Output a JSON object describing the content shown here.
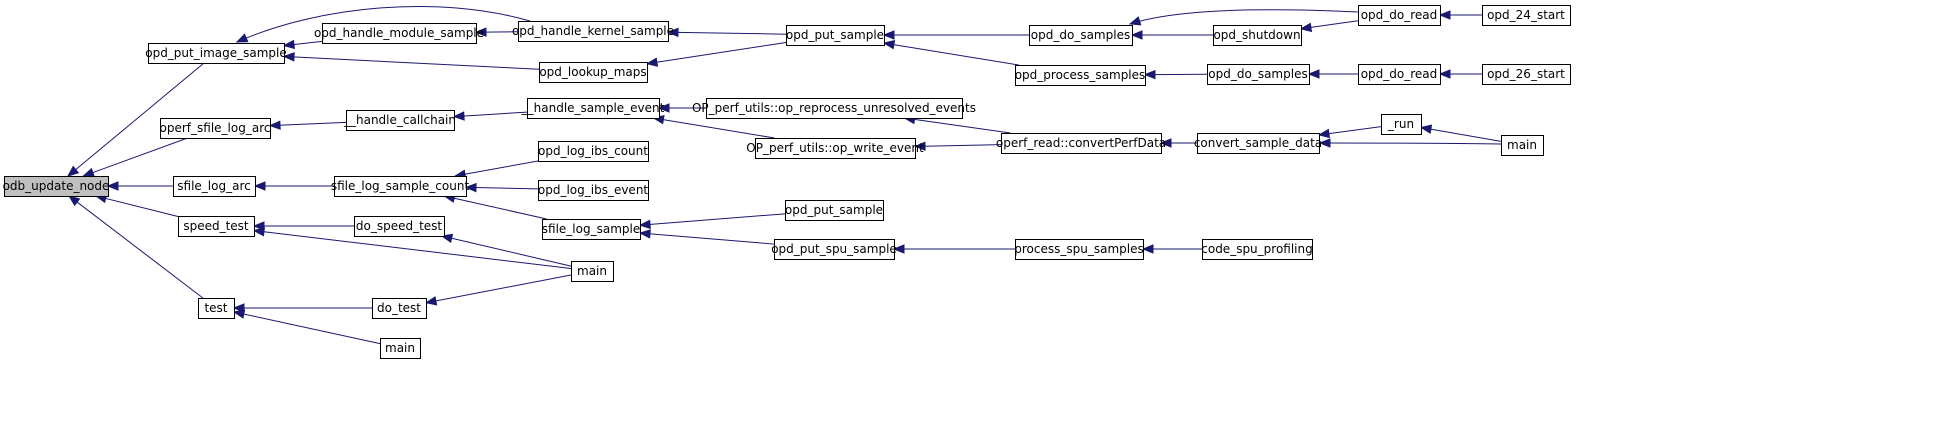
{
  "diagram": {
    "nodes": [
      {
        "id": "n0",
        "label": "odb_update_node"
      },
      {
        "id": "n1",
        "label": "opd_put_image_sample"
      },
      {
        "id": "n2",
        "label": "opd_handle_module_sample"
      },
      {
        "id": "n3",
        "label": "opd_handle_kernel_sample"
      },
      {
        "id": "n4",
        "label": "opd_lookup_maps"
      },
      {
        "id": "n5",
        "label": "opd_put_sample"
      },
      {
        "id": "n6",
        "label": "opd_do_samples"
      },
      {
        "id": "n7",
        "label": "opd_shutdown"
      },
      {
        "id": "n8",
        "label": "opd_do_read"
      },
      {
        "id": "n9",
        "label": "opd_24_start"
      },
      {
        "id": "n10",
        "label": "opd_process_samples"
      },
      {
        "id": "n11",
        "label": "opd_do_samples"
      },
      {
        "id": "n12",
        "label": "opd_do_read"
      },
      {
        "id": "n13",
        "label": "opd_26_start"
      },
      {
        "id": "n14",
        "label": "operf_sfile_log_arc"
      },
      {
        "id": "n15",
        "label": "__handle_callchain"
      },
      {
        "id": "n16",
        "label": "__handle_sample_event"
      },
      {
        "id": "n17",
        "label": "OP_perf_utils::op_reprocess_unresolved_events"
      },
      {
        "id": "n18",
        "label": "OP_perf_utils::op_write_event"
      },
      {
        "id": "n19",
        "label": "operf_read::convertPerfData"
      },
      {
        "id": "n20",
        "label": "convert_sample_data"
      },
      {
        "id": "n21",
        "label": "_run"
      },
      {
        "id": "n22",
        "label": "main"
      },
      {
        "id": "n23",
        "label": "sfile_log_arc"
      },
      {
        "id": "n24",
        "label": "sfile_log_sample_count"
      },
      {
        "id": "n25",
        "label": "opd_log_ibs_count"
      },
      {
        "id": "n26",
        "label": "opd_log_ibs_event"
      },
      {
        "id": "n27",
        "label": "sfile_log_sample"
      },
      {
        "id": "n28",
        "label": "opd_put_sample"
      },
      {
        "id": "n29",
        "label": "opd_put_spu_sample"
      },
      {
        "id": "n30",
        "label": "process_spu_samples"
      },
      {
        "id": "n31",
        "label": "code_spu_profiling"
      },
      {
        "id": "n32",
        "label": "speed_test"
      },
      {
        "id": "n33",
        "label": "do_speed_test"
      },
      {
        "id": "n34",
        "label": "main"
      },
      {
        "id": "n35",
        "label": "test"
      },
      {
        "id": "n36",
        "label": "do_test"
      },
      {
        "id": "n37",
        "label": "main"
      }
    ],
    "edges": [
      {
        "from": "n1",
        "to": "n0"
      },
      {
        "from": "n14",
        "to": "n0"
      },
      {
        "from": "n23",
        "to": "n0"
      },
      {
        "from": "n32",
        "to": "n0"
      },
      {
        "from": "n35",
        "to": "n0"
      },
      {
        "from": "n2",
        "to": "n1"
      },
      {
        "from": "n3",
        "to": "n1"
      },
      {
        "from": "n4",
        "to": "n1"
      },
      {
        "from": "n3",
        "to": "n2"
      },
      {
        "from": "n5",
        "to": "n3"
      },
      {
        "from": "n5",
        "to": "n4"
      },
      {
        "from": "n6",
        "to": "n5"
      },
      {
        "from": "n10",
        "to": "n5"
      },
      {
        "from": "n7",
        "to": "n6"
      },
      {
        "from": "n8",
        "to": "n6"
      },
      {
        "from": "n8",
        "to": "n7"
      },
      {
        "from": "n9",
        "to": "n8"
      },
      {
        "from": "n11",
        "to": "n10"
      },
      {
        "from": "n12",
        "to": "n11"
      },
      {
        "from": "n13",
        "to": "n12"
      },
      {
        "from": "n15",
        "to": "n14"
      },
      {
        "from": "n16",
        "to": "n15"
      },
      {
        "from": "n17",
        "to": "n16"
      },
      {
        "from": "n18",
        "to": "n16"
      },
      {
        "from": "n19",
        "to": "n17"
      },
      {
        "from": "n19",
        "to": "n18"
      },
      {
        "from": "n20",
        "to": "n19"
      },
      {
        "from": "n21",
        "to": "n20"
      },
      {
        "from": "n22",
        "to": "n20"
      },
      {
        "from": "n22",
        "to": "n21"
      },
      {
        "from": "n24",
        "to": "n23"
      },
      {
        "from": "n25",
        "to": "n24"
      },
      {
        "from": "n26",
        "to": "n24"
      },
      {
        "from": "n27",
        "to": "n24"
      },
      {
        "from": "n28",
        "to": "n27"
      },
      {
        "from": "n29",
        "to": "n27"
      },
      {
        "from": "n30",
        "to": "n29"
      },
      {
        "from": "n31",
        "to": "n30"
      },
      {
        "from": "n33",
        "to": "n32"
      },
      {
        "from": "n34",
        "to": "n32"
      },
      {
        "from": "n34",
        "to": "n33"
      },
      {
        "from": "n36",
        "to": "n35"
      },
      {
        "from": "n37",
        "to": "n35"
      },
      {
        "from": "n34",
        "to": "n36"
      }
    ],
    "colors": {
      "edge": "#191970",
      "root_fill": "#bfbfbf",
      "node_fill": "#ffffff",
      "node_stroke": "#000000"
    }
  }
}
